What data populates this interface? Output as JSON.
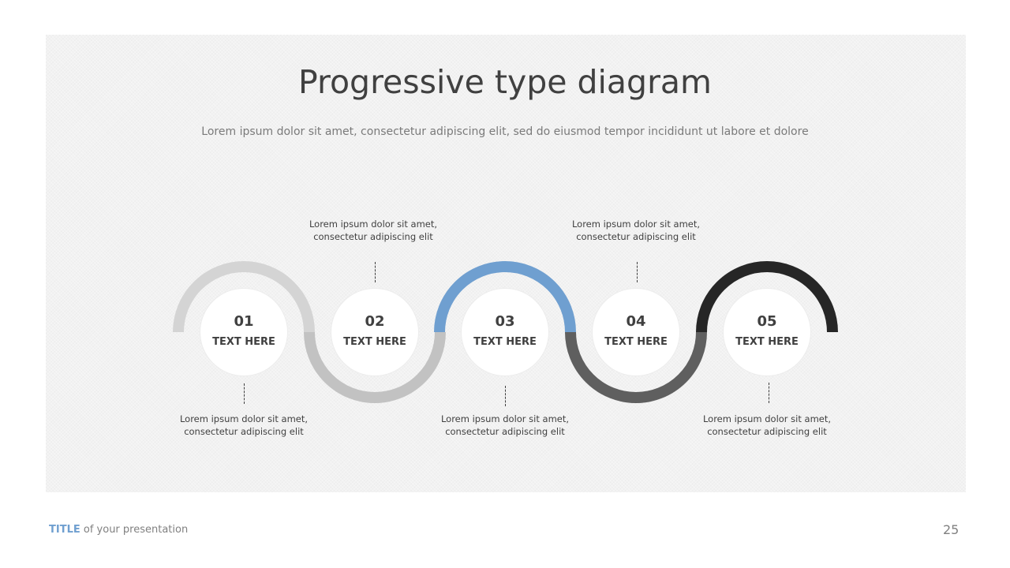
{
  "slide": {
    "title": "Progressive type diagram",
    "subtitle": "Lorem ipsum dolor sit amet, consectetur adipiscing elit, sed do eiusmod tempor incididunt ut labore et dolore",
    "page_number": "25"
  },
  "footer": {
    "accent": "TITLE",
    "rest": " of your presentation",
    "accent_color": "#6f9fd0"
  },
  "steps": [
    {
      "number": "01",
      "label": "TEXT HERE",
      "desc_line1": "Lorem ipsum dolor sit amet,",
      "desc_line2": "consectetur adipiscing elit",
      "desc_position": "below",
      "top_arc_color": "#d4d4d4",
      "bottom_arc_color": "#c2c2c2"
    },
    {
      "number": "02",
      "label": "TEXT HERE",
      "desc_line1": "Lorem ipsum dolor sit amet,",
      "desc_line2": "consectetur adipiscing elit",
      "desc_position": "above",
      "bottom_arc_color": "#c2c2c2"
    },
    {
      "number": "03",
      "label": "TEXT HERE",
      "desc_line1": "Lorem ipsum dolor sit amet,",
      "desc_line2": "consectetur adipiscing elit",
      "desc_position": "below",
      "top_arc_color": "#6f9fd0"
    },
    {
      "number": "04",
      "label": "TEXT HERE",
      "desc_line1": "Lorem ipsum dolor sit amet,",
      "desc_line2": "consectetur adipiscing elit",
      "desc_position": "above",
      "bottom_arc_color": "#5f5f5f"
    },
    {
      "number": "05",
      "label": "TEXT HERE",
      "desc_line1": "Lorem ipsum dolor sit amet,",
      "desc_line2": "consectetur adipiscing elit",
      "desc_position": "below",
      "top_arc_color": "#262626"
    }
  ]
}
